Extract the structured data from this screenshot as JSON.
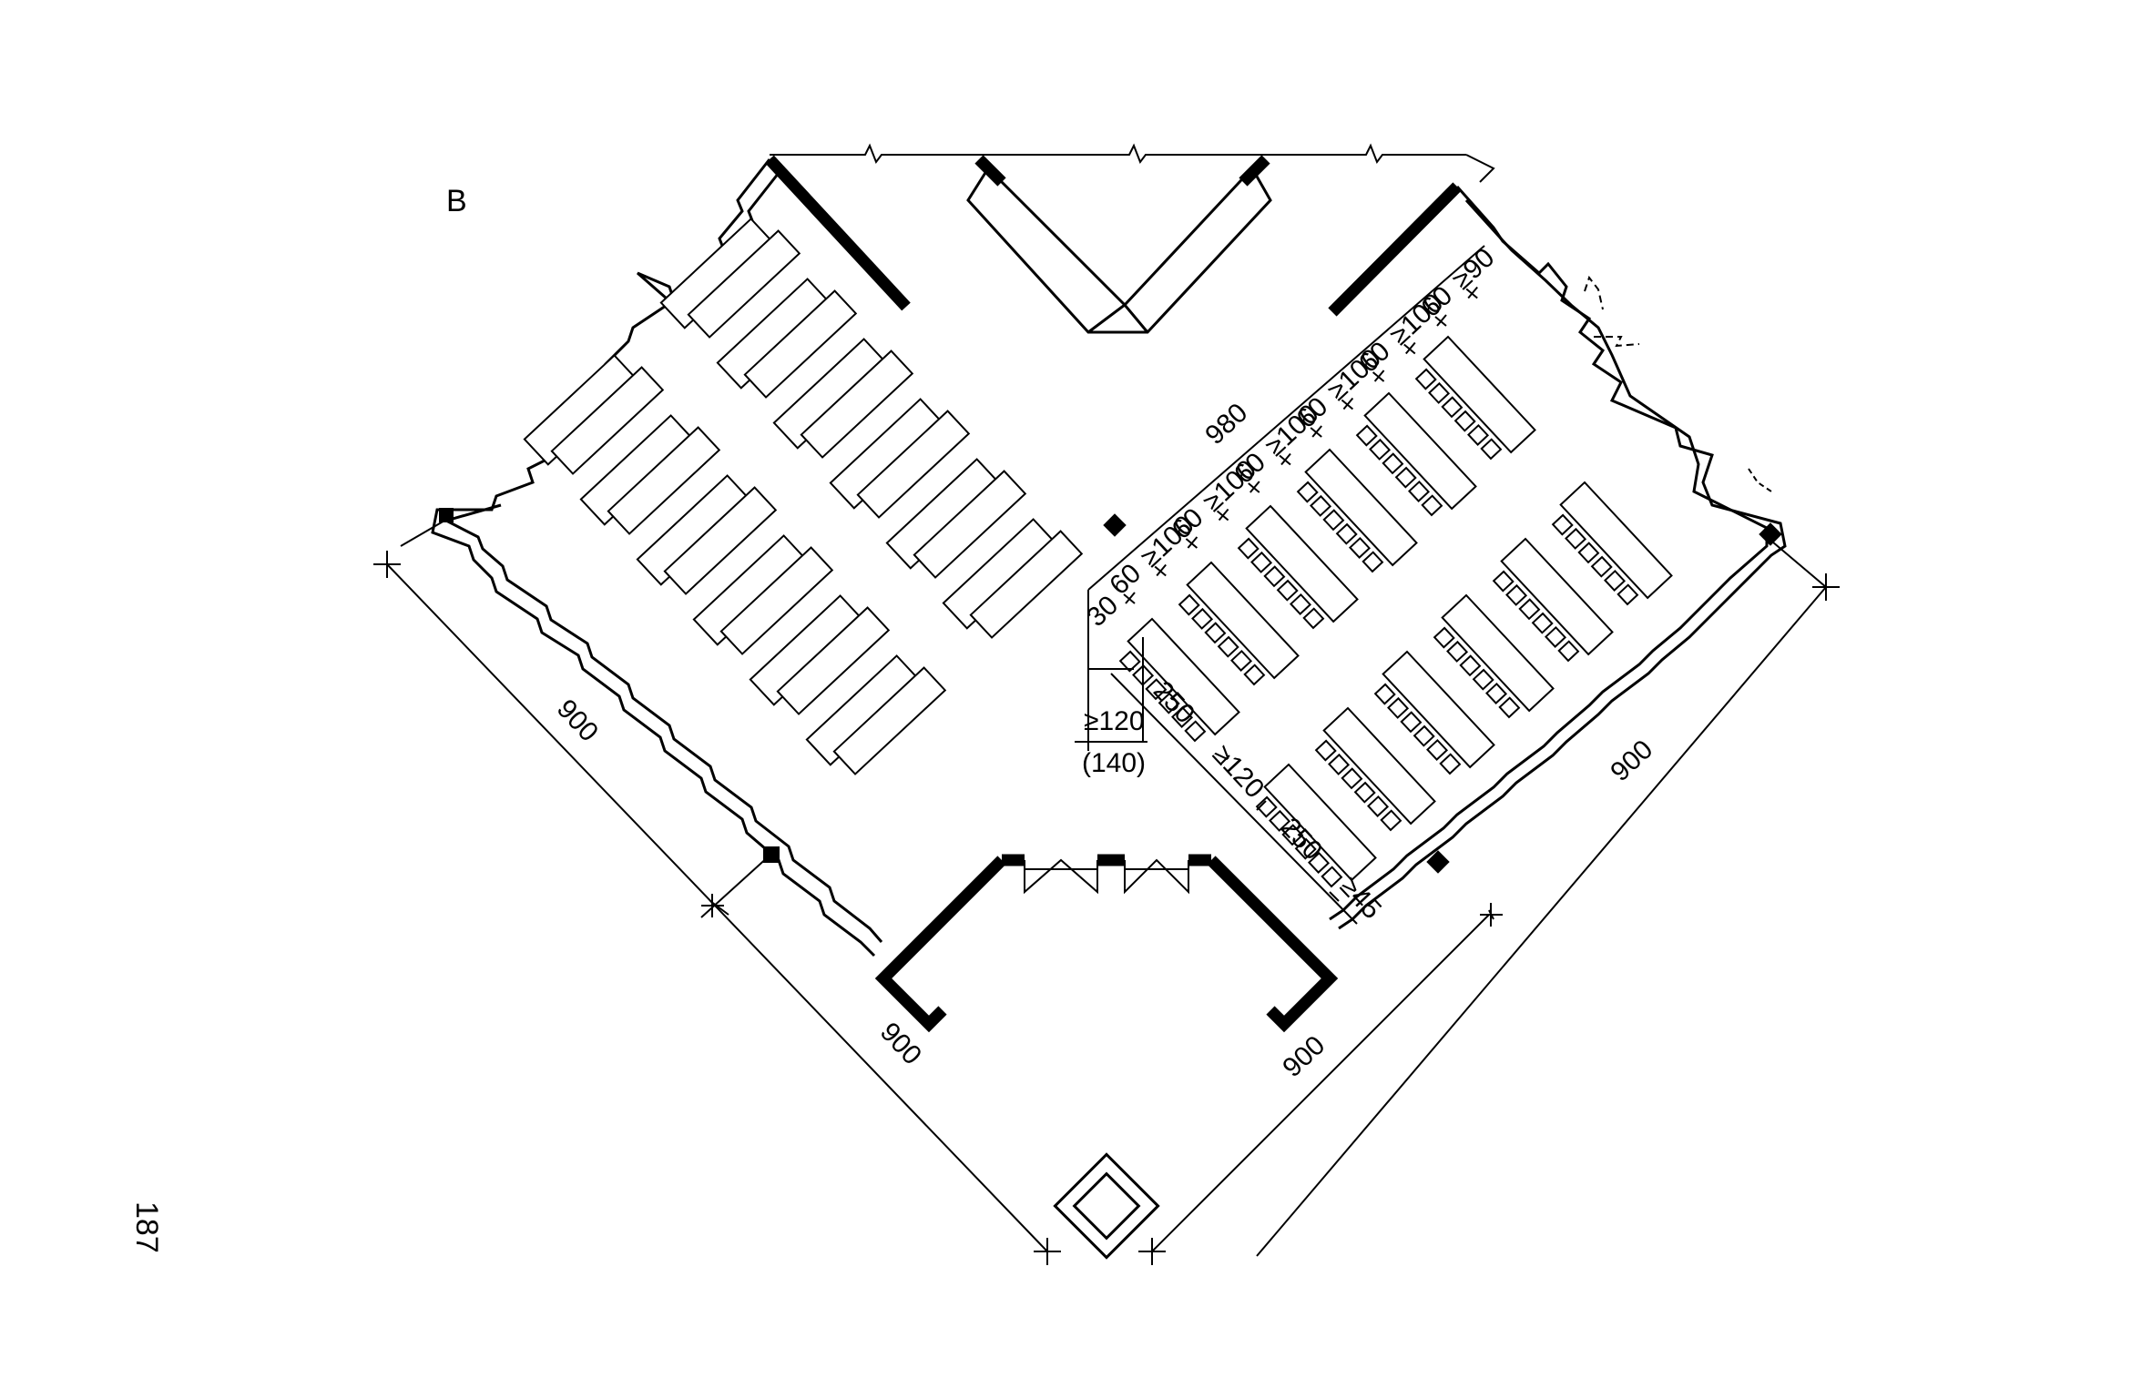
{
  "figure_label": "B",
  "page_number": "187",
  "dimensions": {
    "left_lower": "900",
    "left_bottom": "900",
    "right_bottom": "900",
    "right_lower": "900",
    "overall_depth": "980",
    "aisle_main": "≥120",
    "aisle_main_alt": "(140)",
    "row_depth_1": "250",
    "row_depth_2": "250",
    "aisle_cross": "≥120",
    "end_clearance": "≥45",
    "front_offset": "30",
    "row_spacing": [
      "60",
      "≥100",
      "60",
      "≥100",
      "60",
      "≥100",
      "60",
      "≥100",
      "60",
      "≥100",
      "60",
      "≥90"
    ]
  },
  "layout": {
    "left_wing_benches": 12,
    "right_wing_tables": 12,
    "chairs_per_table": 6
  }
}
